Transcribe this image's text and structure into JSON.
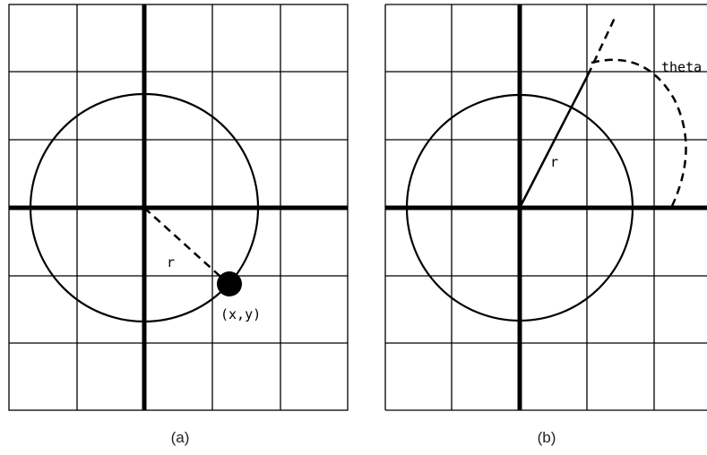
{
  "figure": {
    "panels": [
      {
        "caption": "(a)",
        "radius_label": "r",
        "point_label": "(x,y)"
      },
      {
        "caption": "(b)",
        "radius_label": "r",
        "angle_label": "theta"
      }
    ]
  },
  "colors": {
    "line": "#000000",
    "grid": "#000000",
    "background": "#ffffff"
  }
}
